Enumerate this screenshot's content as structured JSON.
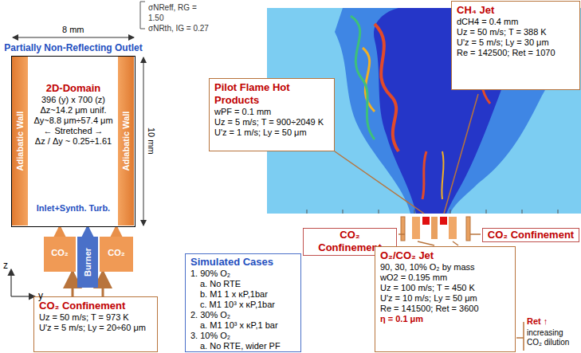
{
  "diagram": {
    "nodes": [
      {
        "text": [
          "σNReff, RG = 1.50",
          "σNRth, IG = 0.27"
        ]
      },
      {
        "text": [
          "Partially Non-Reflecting Outlet",
          "2D-Domain",
          "396 (y) x 700 (z)",
          "Δz~14.2 μm unif.",
          "Δy~8.8 μm÷57.4 μm",
          "← Stretched →",
          "Δz / Δy ~ 0.25÷1.61",
          "Inlet+Synth. Turb."
        ]
      },
      {
        "text": [
          "Adiabatic Wall"
        ],
        "in": 1
      },
      {
        "text": [
          "Adiabatic Wall"
        ],
        "in": 1
      },
      {
        "text": [
          "CH₄ Jet",
          "dCH4 = 0.4 mm",
          "Uz = 50 m/s; T = 388 K",
          "U'z = 5 m/s; Ly = 30 μm",
          "Re = 142500; Ret = 1070"
        ]
      },
      {
        "text": [
          "Pilot Flame Hot Products",
          "wPF = 0.1 mm",
          "Uz = 5 m/s; T = 900÷2049 K",
          "U'z = 1 m/s; Ly = 50 μm"
        ]
      },
      {
        "text": [
          "CO₂"
        ]
      },
      {
        "text": [
          "Burner"
        ]
      },
      {
        "text": [
          "CO₂"
        ]
      },
      {
        "text": [
          "CO₂ Confinement"
        ]
      },
      {
        "text": [
          "CO₂ Confinement"
        ]
      },
      {
        "text": [
          "O₂/CO₂ Jet",
          "90, 30, 10% O₂ by mass",
          "wO2 = 0.195 mm",
          "Uz = 100 m/s; T = 450 K",
          "U'z = 10 m/s; Ly = 50 μm",
          "Re = 141500; Ret = 3600",
          "η = 0.1 μm"
        ]
      },
      {
        "text": [
          "Simulated Cases",
          "1. 90% O₂",
          "a. No RTE",
          "b. M1 1 x κP,1bar",
          "c. M1 10³ x κP,1bar",
          "2. 30% O₂",
          "a. M1 10³ x κP,1 bar",
          "3. 10% O₂",
          "a. No RTE, wider PF"
        ]
      },
      {
        "text": [
          "CO₂ Confinement",
          "Uz = 50 m/s; T = 973 K",
          "U'z = 5 m/s; Ly = 20÷60 μm"
        ]
      }
    ],
    "edges": [
      {
        "from": 6,
        "to": 1,
        "arrow": "to"
      },
      {
        "from": 7,
        "to": 1,
        "arrow": "to"
      },
      {
        "from": 8,
        "to": 1,
        "arrow": "to"
      },
      {
        "from": 13,
        "to": 6,
        "arrow": "to"
      },
      {
        "from": 13,
        "to": 8,
        "arrow": "to"
      }
    ],
    "labels": [
      "8 mm",
      "10 mm",
      "z",
      "y",
      "Ret ↑",
      "increasing CO₂ dilution"
    ]
  }
}
